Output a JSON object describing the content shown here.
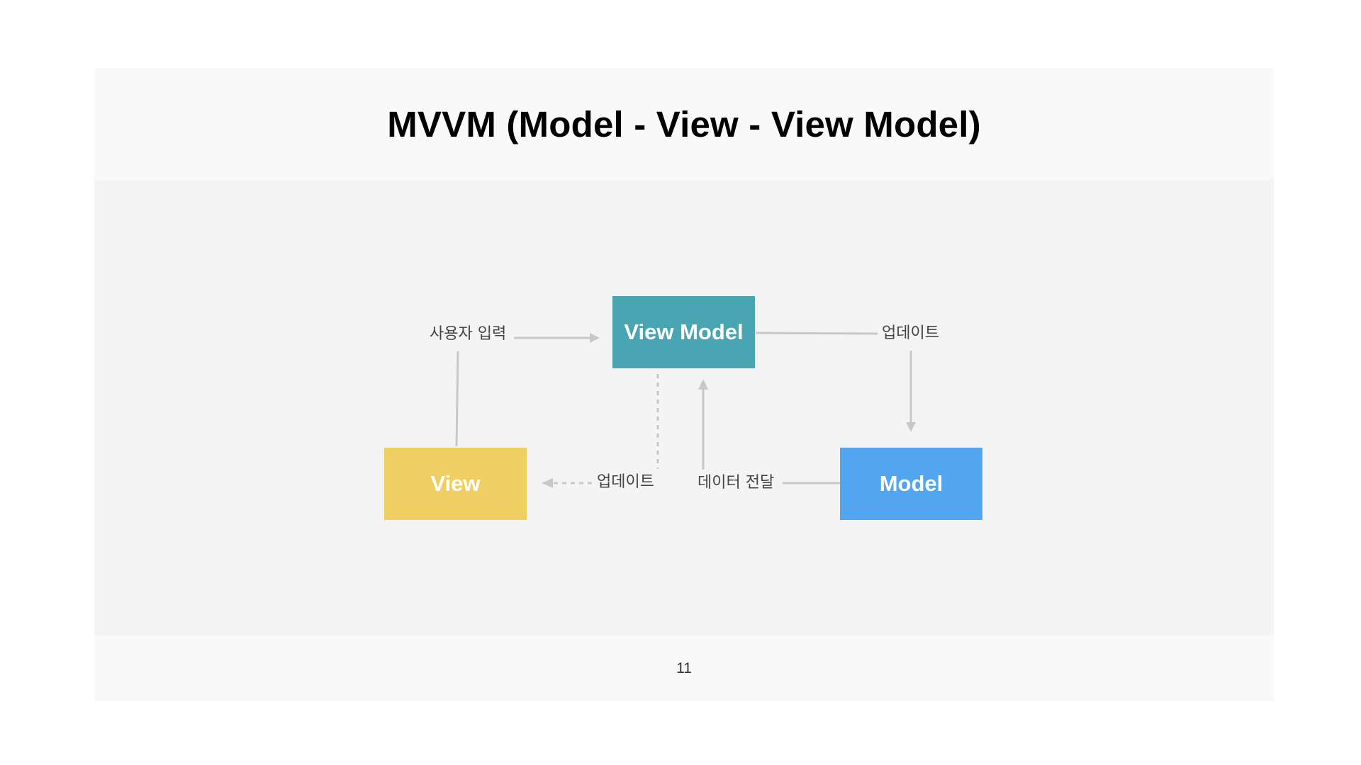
{
  "slide": {
    "title": "MVVM (Model - View - View Model)",
    "page_number": "11"
  },
  "nodes": {
    "view_model": {
      "label": "View Model",
      "color": "#4aa5b3"
    },
    "view": {
      "label": "View",
      "color": "#efcf61"
    },
    "model": {
      "label": "Model",
      "color": "#52a6f0"
    }
  },
  "edges": {
    "user_input_label": "사용자 입력",
    "update_to_model_label": "업데이트",
    "update_to_view_label": "업데이트",
    "data_transfer_label": "데이터 전달",
    "connector_color": "#c8c8c8"
  }
}
